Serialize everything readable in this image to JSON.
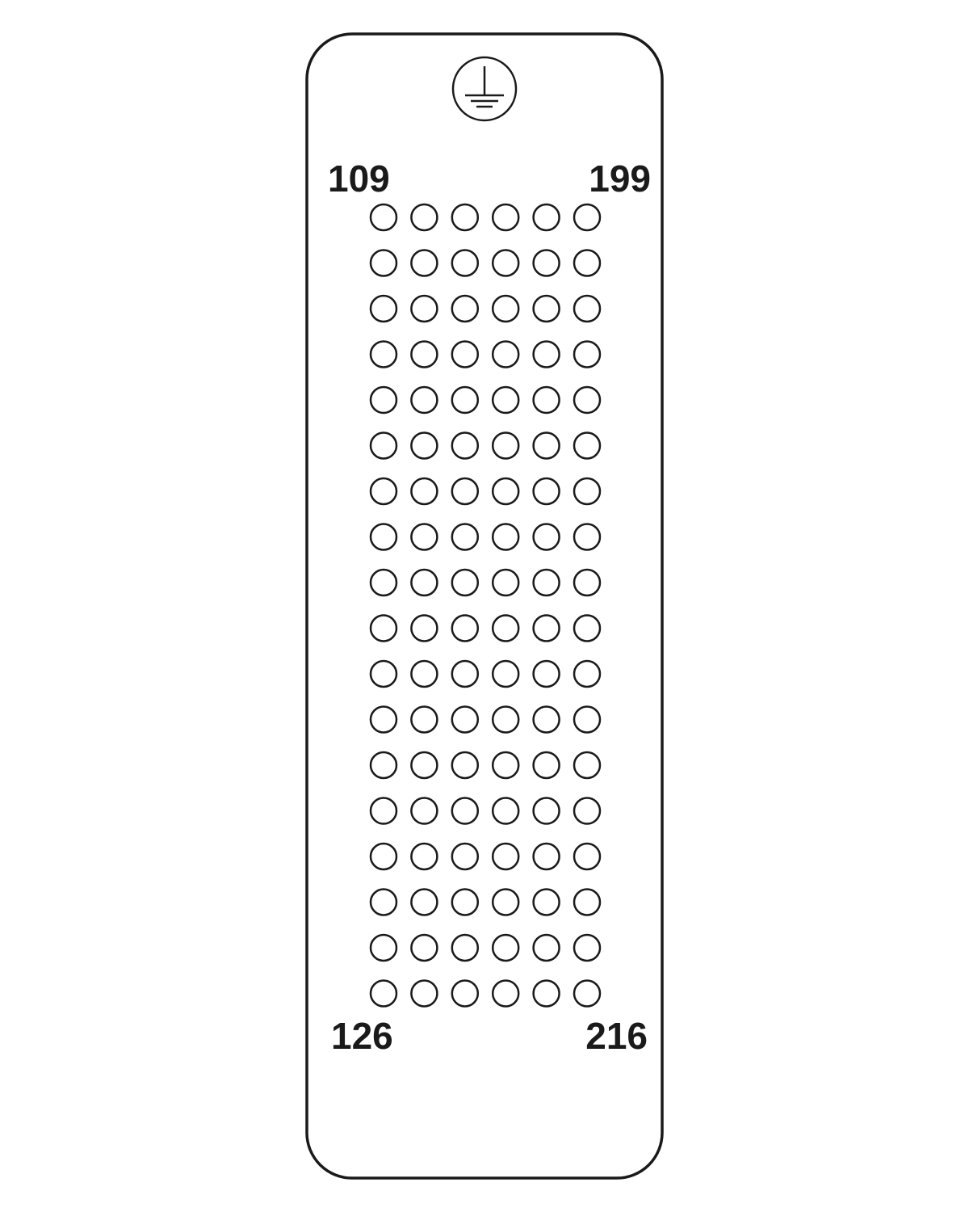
{
  "connector": {
    "columns": 6,
    "rows": 18,
    "labels": {
      "top_left": "109",
      "top_right": "199",
      "bottom_left": "126",
      "bottom_right": "216"
    },
    "icons": {
      "top_symbol": "protective-earth-icon"
    },
    "colors": {
      "stroke": "#1a1a1a",
      "background": "#ffffff"
    }
  }
}
